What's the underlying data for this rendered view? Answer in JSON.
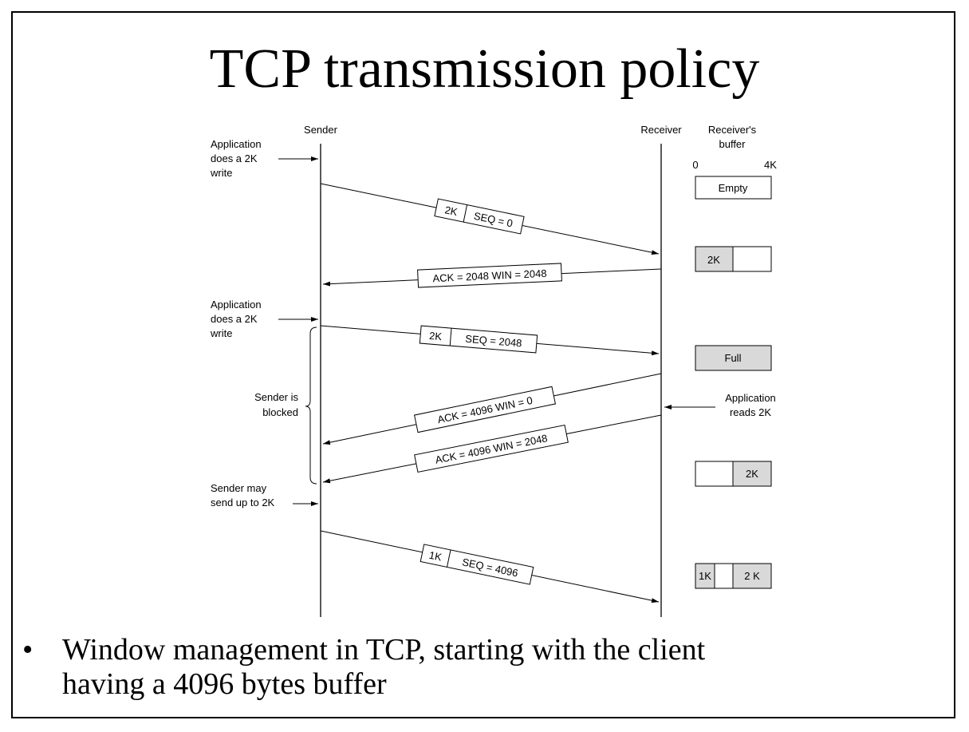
{
  "slide": {
    "title": "TCP transmission policy",
    "bullet": {
      "marker": "•",
      "lines": [
        "Window management in TCP, starting with the client",
        "having a 4096 bytes buffer"
      ]
    }
  },
  "diagram": {
    "sender_label": "Sender",
    "receiver_label": "Receiver",
    "buffer_header": [
      "Receiver's",
      "buffer"
    ],
    "buffer_scale": {
      "min": "0",
      "max": "4K"
    },
    "notes": {
      "app_write_1": [
        "Application",
        "does a 2K",
        "write"
      ],
      "app_write_2": [
        "Application",
        "does a 2K",
        "write"
      ],
      "sender_blocked": [
        "Sender is",
        "blocked"
      ],
      "app_reads": [
        "Application",
        "reads 2K"
      ],
      "sender_may_send": [
        "Sender may",
        "send up to 2K"
      ]
    },
    "messages": [
      {
        "size": "2K",
        "label": "SEQ = 0"
      },
      {
        "label": "ACK = 2048 WIN = 2048"
      },
      {
        "size": "2K",
        "label": "SEQ = 2048"
      },
      {
        "label": "ACK = 4096 WIN = 0"
      },
      {
        "label": "ACK = 4096 WIN = 2048"
      },
      {
        "size": "1K",
        "label": "SEQ = 4096"
      }
    ],
    "buffers": [
      {
        "state": "Empty"
      },
      {
        "left": "2K",
        "right": ""
      },
      {
        "state": "Full"
      },
      {
        "left": "",
        "right": "2K"
      },
      {
        "first": "1K",
        "middle": "",
        "last": "2 K"
      }
    ],
    "colors": {
      "filled": "#d9d9d9",
      "empty": "#ffffff",
      "line": "#000000"
    }
  }
}
